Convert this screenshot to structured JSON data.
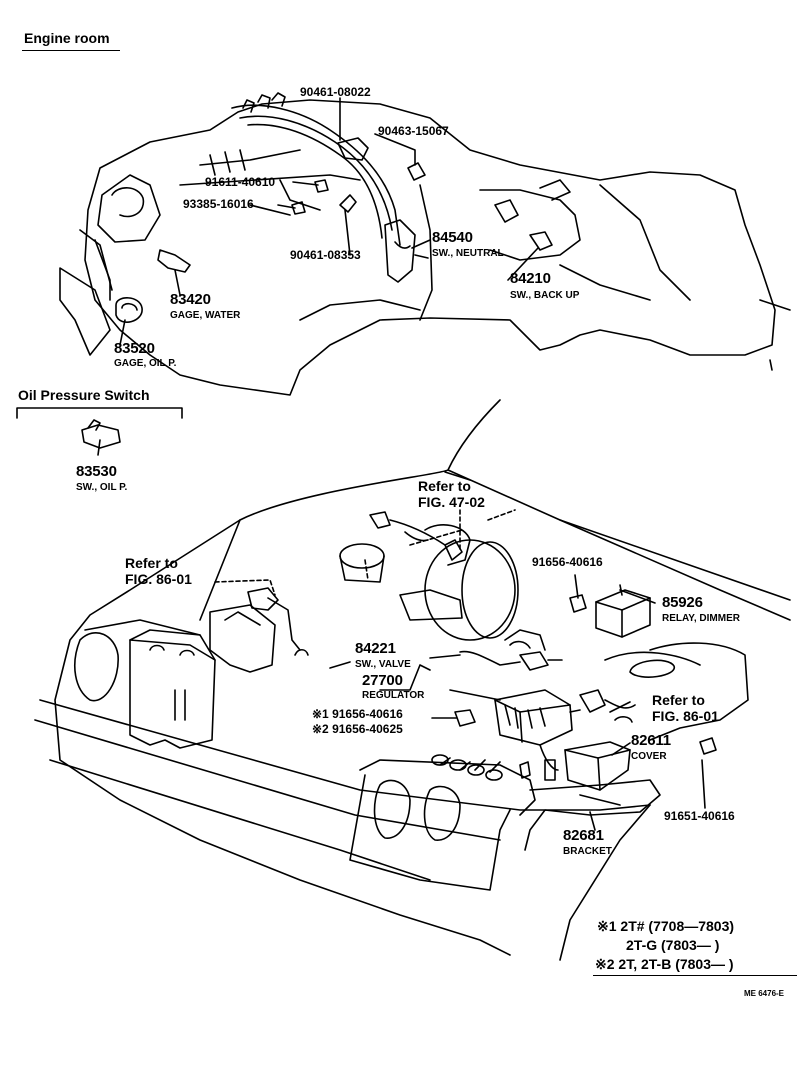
{
  "engine_room": {
    "title": "Engine room",
    "parts": {
      "p90461_08022": "90461-08022",
      "p90463_15067": "90463-15067",
      "p91611_40610": "91611-40610",
      "p93385_16016": "93385-16016",
      "p90461_08353": "90461-08353",
      "p84540": "84540",
      "p84540_desc": "SW., NEUTRAL",
      "p84210": "84210",
      "p84210_desc": "SW., BACK UP",
      "p83420": "83420",
      "p83420_desc": "GAGE, WATER",
      "p83520": "83520",
      "p83520_desc": "GAGE, OIL P."
    }
  },
  "oil_pressure_switch": {
    "title": "Oil Pressure Switch",
    "part": "83530",
    "desc": "SW., OIL P."
  },
  "front": {
    "refer_to": "Refer to",
    "fig_4702": "FIG. 47-02",
    "fig_8601_left": "FIG. 86-01",
    "fig_8601_right": "FIG. 86-01",
    "p91656_40616_top": "91656-40616",
    "p85926": "85926",
    "p85926_desc": "RELAY, DIMMER",
    "p84221": "84221",
    "p84221_desc": "SW., VALVE",
    "p27700": "27700",
    "p27700_desc": "REGULATOR",
    "p91656_40616_m1": "※1 91656-40616",
    "p91656_40625_m2": "※2 91656-40625",
    "p82611": "82611",
    "p82611_desc": "COVER",
    "p91651_40616": "91651-40616",
    "p82681": "82681",
    "p82681_desc": "BRACKET"
  },
  "notes": {
    "line1": "※1 2T# (7708—7803)",
    "line2": "2T-G (7803—        )",
    "line3": "※2 2T, 2T-B (7803—        )"
  },
  "figure_code": "ME 6476-E"
}
